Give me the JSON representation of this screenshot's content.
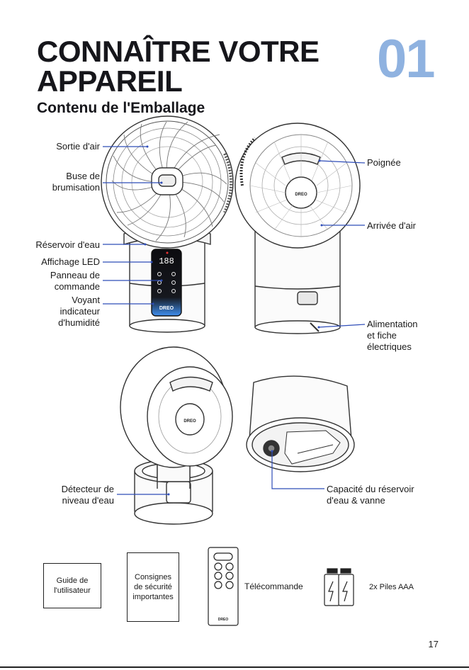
{
  "header": {
    "title_line1": "CONNAÎTRE VOTRE",
    "title_line2": "APPAREIL",
    "subtitle": "Contenu de l'Emballage",
    "chapter_number": "01",
    "accent_color": "#8fb2e0",
    "callout_color": "#2f4db8"
  },
  "labels": {
    "air_outlet": "Sortie d'air",
    "mist_nozzle_1": "Buse de",
    "mist_nozzle_2": "brumisation",
    "water_tank": "Réservoir d'eau",
    "led_display": "Affichage LED",
    "control_panel_1": "Panneau de",
    "control_panel_2": "commande",
    "humidity_indicator_1": "Voyant",
    "humidity_indicator_2": "indicateur",
    "humidity_indicator_3": "d'humidité",
    "handle": "Poignée",
    "air_inlet": "Arrivée d'air",
    "power_1": "Alimentation",
    "power_2": "et fiche",
    "power_3": "électriques",
    "water_sensor_1": "Détecteur de",
    "water_sensor_2": "niveau d'eau",
    "tank_cap_1": "Capacité du réservoir",
    "tank_cap_2": "d'eau & vanne"
  },
  "device": {
    "display_value": "188",
    "brand": "DREO"
  },
  "accessories": {
    "user_guide": "Guide de\nl'utilisateur",
    "safety": "Consignes\nde sécurité\nimportantes",
    "remote": "Télécommande",
    "batteries": "2x Piles AAA"
  },
  "page_number": "17"
}
